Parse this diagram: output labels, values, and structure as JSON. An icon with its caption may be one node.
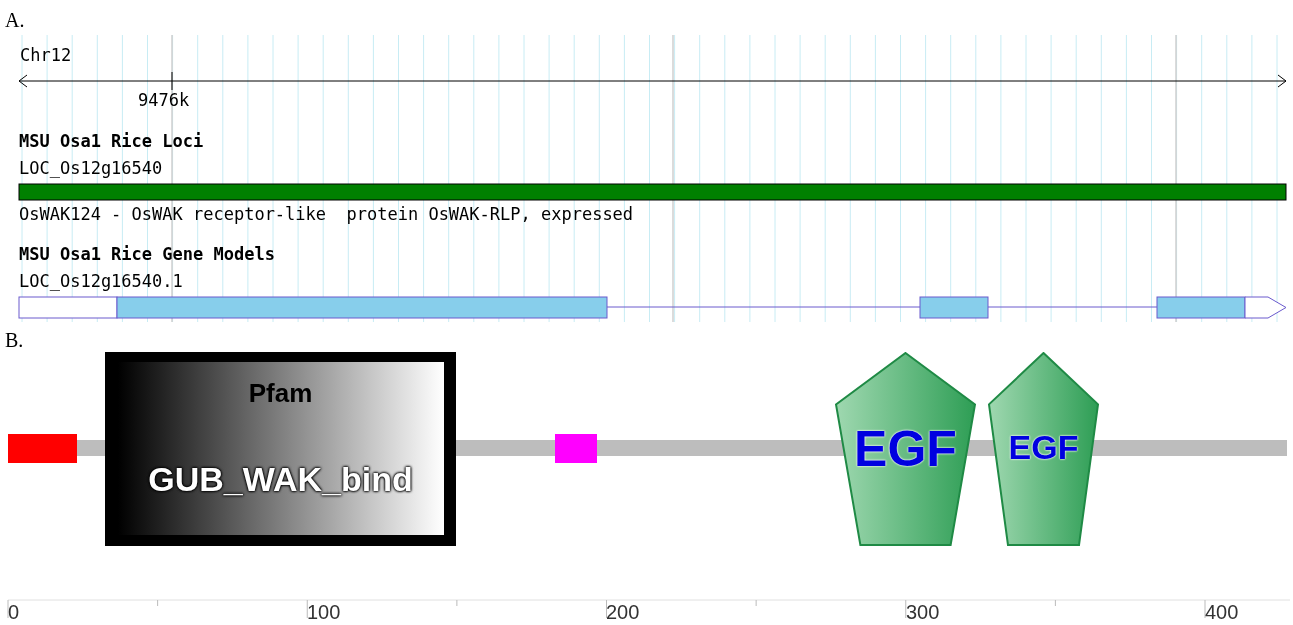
{
  "diagram": {
    "nodes": [
      {
        "text": [
          "Pfam",
          "GUB_WAK_bind"
        ]
      },
      {
        "text": [
          "EGF"
        ]
      },
      {
        "text": [
          "EGF"
        ]
      }
    ],
    "labels": [
      "A.",
      "Chr12",
      "9476k",
      "MSU Osa1 Rice Loci",
      "LOC_Os12g16540",
      "OsWAK124 - OsWAK receptor-like  protein OsWAK-RLP, expressed",
      "MSU Osa1 Rice Gene Models",
      "LOC_Os12g16540.1",
      "B.",
      "0",
      "100",
      "200",
      "300",
      "400"
    ]
  }
}
